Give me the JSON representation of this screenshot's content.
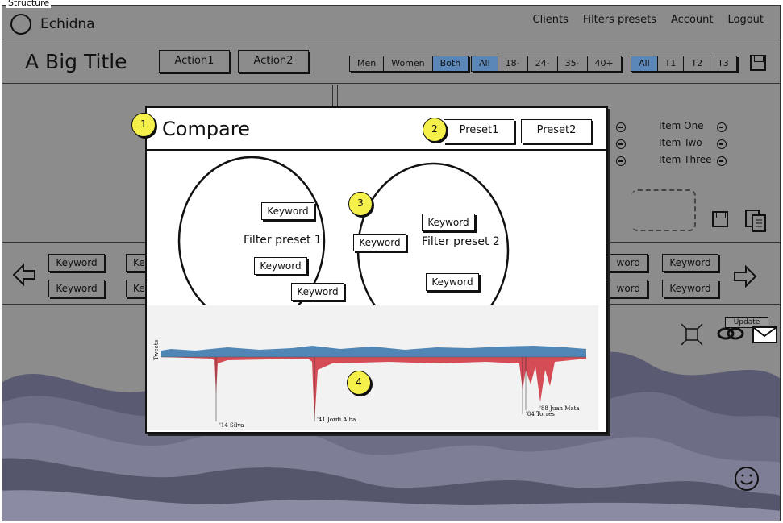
{
  "frame": {
    "label": "Structure"
  },
  "header": {
    "brand": "Echidna",
    "nav": [
      "Clients",
      "Filters presets",
      "Account",
      "Logout"
    ]
  },
  "titlebar": {
    "title": "A Big Title",
    "action1": "Action1",
    "action2": "Action2",
    "gender": [
      "Men",
      "Women",
      "Both"
    ],
    "gender_selected": "Both",
    "age": [
      "All",
      "18-",
      "24-",
      "35-",
      "40+"
    ],
    "age_selected": "All",
    "time": [
      "All",
      "T1",
      "T2",
      "T3"
    ],
    "time_selected": "All"
  },
  "items": [
    "Item One",
    "Item Two",
    "Item Three"
  ],
  "keywords_row": {
    "left_col1": [
      "Keyword",
      "Keyword"
    ],
    "left_col2": [
      "Ke",
      "Ke"
    ],
    "right_col1": [
      "word",
      "word"
    ],
    "right_col2": [
      "Keyword",
      "Keyword"
    ]
  },
  "update_label": "Update",
  "modal": {
    "title": "Compare",
    "preset1": "Preset1",
    "preset2": "Preset2",
    "venn": {
      "left_label": "Filter preset 1",
      "right_label": "Filter preset 2",
      "left_keywords": [
        "Keyword",
        "Keyword",
        "Keyword"
      ],
      "shared_keyword": "Keyword",
      "right_keywords": [
        "Keyword",
        "Keyword"
      ]
    },
    "badges": [
      "1",
      "2",
      "3",
      "4"
    ],
    "chart": {
      "ylabel": "Tweets",
      "annotations": [
        "'14 Silva",
        "'41 Jordi Alba",
        "'84 Torres",
        "'88 Juan Mata"
      ]
    }
  },
  "colors": {
    "positive": "#4f86b5",
    "negative": "#d54c57",
    "selected": "#5b86b8",
    "badge": "#f5f04a"
  }
}
